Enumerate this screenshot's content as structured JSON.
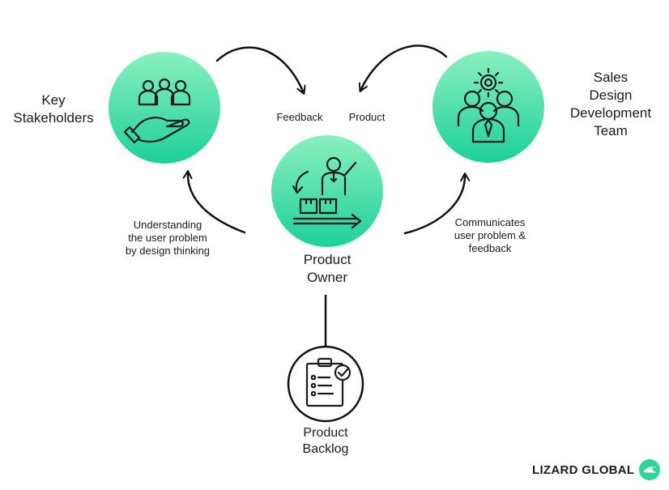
{
  "colors": {
    "gradient_top": "#8af0c0",
    "gradient_bottom": "#1ed09a",
    "icon_stroke": "#1a1a1a",
    "arrow": "#111111",
    "brand_accent": "#2fd49c"
  },
  "nodes": {
    "stakeholders": {
      "label": "Key\nStakeholders",
      "icon": "stakeholders-hand-icon"
    },
    "team": {
      "label": "Sales\nDesign\nDevelopment\nTeam",
      "icon": "team-gear-icon"
    },
    "owner": {
      "label": "Product\nOwner",
      "icon": "product-owner-presenter-icon"
    },
    "backlog": {
      "label": "Product\nBacklog",
      "icon": "clipboard-checklist-icon"
    }
  },
  "edges": {
    "feedback": "Feedback",
    "product": "Product",
    "understanding": "Understanding\nthe user problem\nby design thinking",
    "communicates": "Communicates\nuser problem &\nfeedback"
  },
  "brand": {
    "name": "LIZARD GLOBAL",
    "icon": "lizard-logo-icon"
  }
}
